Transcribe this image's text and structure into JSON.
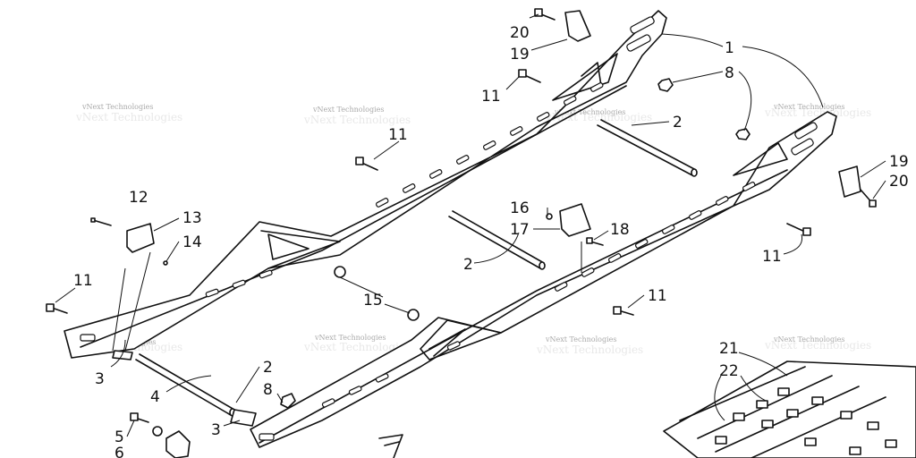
{
  "watermark_text": "vNext Technologies",
  "callouts": {
    "c1": "1",
    "c2a": "2",
    "c2b": "2",
    "c2c": "2",
    "c3a": "3",
    "c3b": "3",
    "c4": "4",
    "c5": "5",
    "c6": "6",
    "c8a": "8",
    "c8b": "8",
    "c11a": "11",
    "c11b": "11",
    "c11c": "11",
    "c11d": "11",
    "c11e": "11",
    "c12": "12",
    "c13": "13",
    "c14": "14",
    "c15": "15",
    "c16": "16",
    "c17": "17",
    "c18": "18",
    "c19a": "19",
    "c19b": "19",
    "c20a": "20",
    "c20b": "20",
    "c21": "21",
    "c22": "22"
  }
}
